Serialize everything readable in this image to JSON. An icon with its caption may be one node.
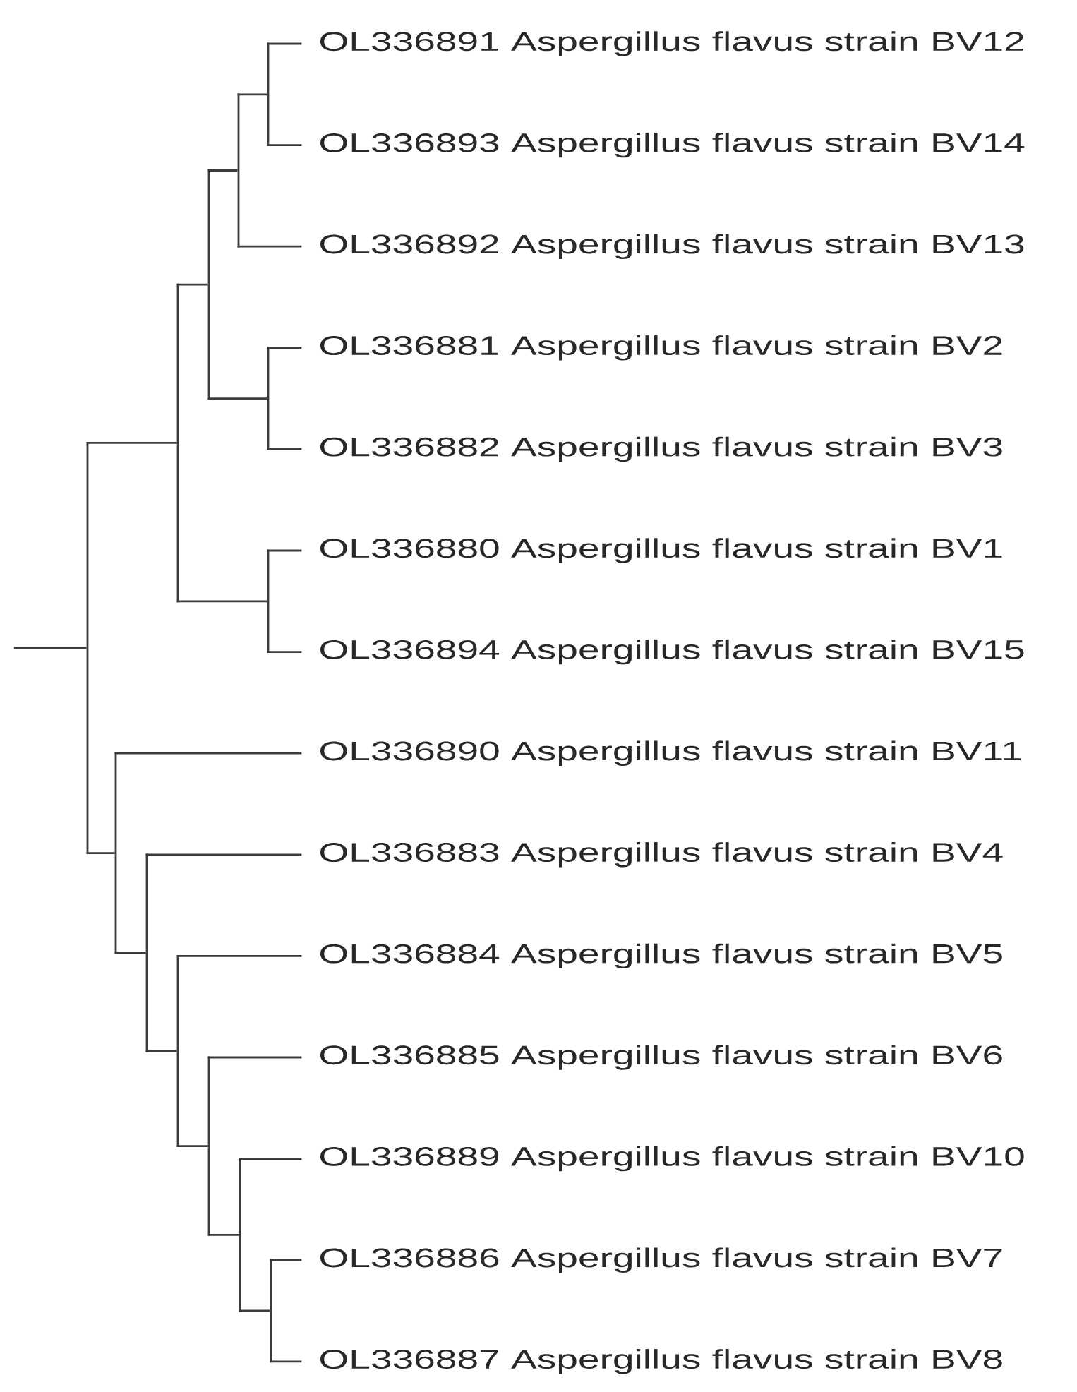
{
  "diagram": {
    "nodes": [
      {
        "text": [
          "OL336891 Aspergillus flavus strain BV12"
        ]
      },
      {
        "text": [
          "OL336893 Aspergillus flavus strain BV14"
        ]
      },
      {
        "text": [
          "OL336892 Aspergillus flavus strain BV13"
        ]
      },
      {
        "text": [
          "OL336881 Aspergillus flavus strain BV2"
        ]
      },
      {
        "text": [
          "OL336882 Aspergillus flavus strain BV3"
        ]
      },
      {
        "text": [
          "OL336880 Aspergillus flavus strain BV1"
        ]
      },
      {
        "text": [
          "OL336894 Aspergillus flavus strain BV15"
        ]
      },
      {
        "text": [
          "OL336890 Aspergillus flavus strain BV11"
        ]
      },
      {
        "text": [
          "OL336883 Aspergillus flavus strain BV4"
        ]
      },
      {
        "text": [
          "OL336884 Aspergillus flavus strain BV5"
        ]
      },
      {
        "text": [
          "OL336885 Aspergillus flavus strain BV6"
        ]
      },
      {
        "text": [
          "OL336889 Aspergillus flavus strain BV10"
        ]
      },
      {
        "text": [
          "OL336886 Aspergillus flavus strain BV7"
        ]
      },
      {
        "text": [
          "OL336887 Aspergillus flavus strain BV8"
        ]
      },
      {
        "text": [],
        "shape": "bar"
      },
      {
        "text": [],
        "shape": "bar"
      },
      {
        "text": [],
        "shape": "bar"
      },
      {
        "text": [],
        "shape": "bar"
      },
      {
        "text": [],
        "shape": "bar"
      },
      {
        "text": [],
        "shape": "bar"
      },
      {
        "text": [],
        "shape": "bar"
      },
      {
        "text": [],
        "shape": "bar"
      },
      {
        "text": [],
        "shape": "bar"
      },
      {
        "text": [],
        "shape": "bar"
      },
      {
        "text": [],
        "shape": "bar"
      },
      {
        "text": [],
        "shape": "bar"
      },
      {
        "text": [],
        "shape": "bar"
      }
    ],
    "edges": [
      {
        "from": null,
        "to": 14,
        "arrow": "none"
      },
      {
        "from": 14,
        "to": 15,
        "arrow": "none"
      },
      {
        "from": 14,
        "to": 21,
        "arrow": "none"
      },
      {
        "from": 15,
        "to": 16,
        "arrow": "none"
      },
      {
        "from": 15,
        "to": 20,
        "arrow": "none"
      },
      {
        "from": 16,
        "to": 17,
        "arrow": "none"
      },
      {
        "from": 16,
        "to": 19,
        "arrow": "none"
      },
      {
        "from": 17,
        "to": 18,
        "arrow": "none"
      },
      {
        "from": 17,
        "to": 2,
        "arrow": "none"
      },
      {
        "from": 18,
        "to": 0,
        "arrow": "none"
      },
      {
        "from": 18,
        "to": 1,
        "arrow": "none"
      },
      {
        "from": 19,
        "to": 3,
        "arrow": "none"
      },
      {
        "from": 19,
        "to": 4,
        "arrow": "none"
      },
      {
        "from": 20,
        "to": 5,
        "arrow": "none"
      },
      {
        "from": 20,
        "to": 6,
        "arrow": "none"
      },
      {
        "from": 21,
        "to": 7,
        "arrow": "none"
      },
      {
        "from": 21,
        "to": 22,
        "arrow": "none"
      },
      {
        "from": 22,
        "to": 8,
        "arrow": "none"
      },
      {
        "from": 22,
        "to": 23,
        "arrow": "none"
      },
      {
        "from": 23,
        "to": 9,
        "arrow": "none"
      },
      {
        "from": 23,
        "to": 24,
        "arrow": "none"
      },
      {
        "from": 24,
        "to": 10,
        "arrow": "none"
      },
      {
        "from": 24,
        "to": 25,
        "arrow": "none"
      },
      {
        "from": 25,
        "to": 11,
        "arrow": "none"
      },
      {
        "from": 25,
        "to": 26,
        "arrow": "none"
      },
      {
        "from": 26,
        "to": 12,
        "arrow": "none"
      },
      {
        "from": 26,
        "to": 13,
        "arrow": "none"
      }
    ]
  }
}
